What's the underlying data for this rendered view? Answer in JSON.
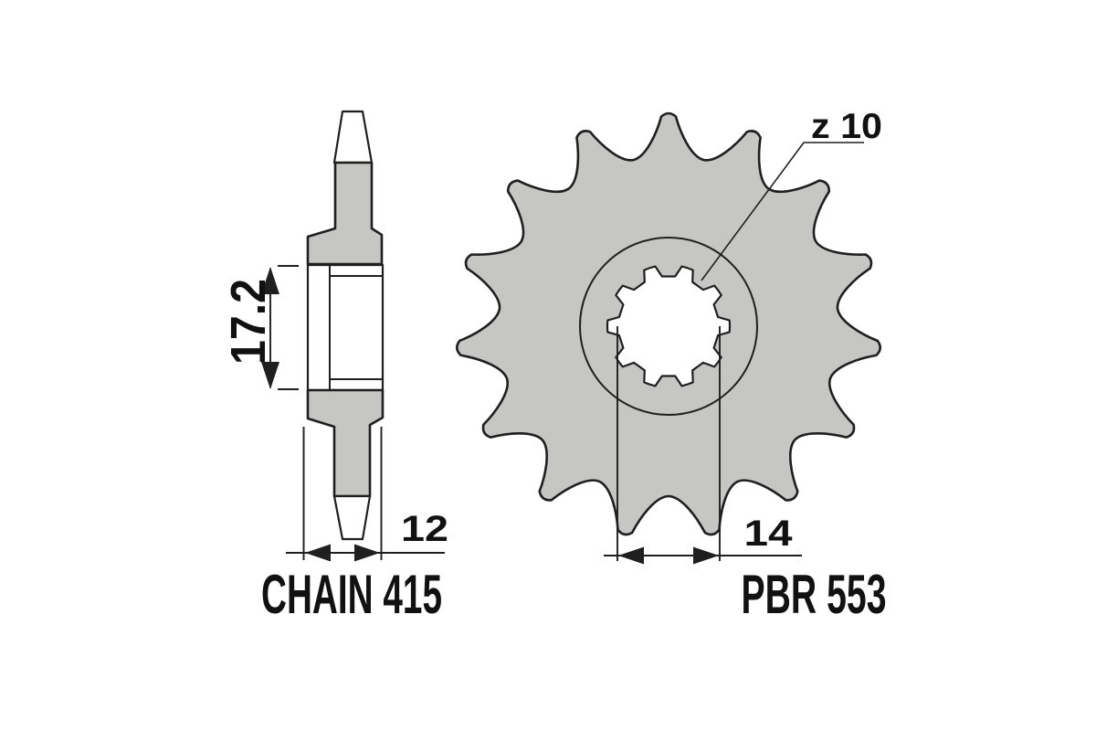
{
  "drawing": {
    "background": "#ffffff",
    "colors": {
      "body_fill": "#c6c7c5",
      "outline": "#1f1f1f",
      "text": "#111111"
    },
    "side_view": {
      "hub_od_dim": "17.2",
      "width_dim": "12",
      "chain_label": "CHAIN 415"
    },
    "front_view": {
      "teeth_count": 15,
      "spline_count": 10,
      "spline_label": "z 10",
      "bore_dim": "14",
      "part_label": "PBR 553"
    }
  }
}
